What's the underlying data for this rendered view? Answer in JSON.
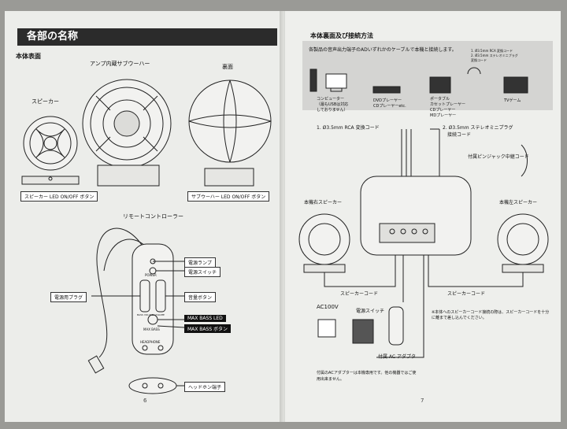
{
  "left_page": {
    "section_title": "各部の名称",
    "front_heading": "本体表面",
    "subwoofer_label": "アンプ内蔵サブウーハー",
    "back_label": "裏面",
    "speaker_label": "スピーカー",
    "speaker_led_button": "スピーカー LED ON/OFF ボタン",
    "subwoofer_led_button": "サブウーハー LED ON/OFF ボタン",
    "remote_heading": "リモートコントローラー",
    "power_lamp": "電源ランプ",
    "power_switch": "電源スイッチ",
    "plug_label": "電源用プラグ",
    "volume_button": "音量ボタン",
    "max_bass_led": "MAX BASS LED",
    "max_bass_button": "MAX BASS ボタン",
    "headphone_jack": "ヘッドホン端子",
    "remote_power_text": "POWER",
    "remote_mid_text": "BASS VOLUME VOLUME",
    "remote_maxbass_text": "MAX BASS",
    "remote_headphone_text": "HEADPHONE",
    "page_number": "6"
  },
  "right_page": {
    "section_title": "本体裏面及び接続方法",
    "note_text": "各製品の音声出力端子のADいずれかのケーブルで本機と接続します。",
    "devices": {
      "computer": "コンピューター\n（最もUSBは対応\nしておりません）",
      "dvd": "DVDプレーヤー\nCDプレーヤーetc.",
      "portable": "ポータブル\nカセットプレーヤー\nCDプレーヤー\nMDプレーヤー",
      "tv": "TVゲーム"
    },
    "cable_notes": [
      "1. Ø3.5mm RCA 変換コード",
      "2. Ø3.5mm ステレオミニプラグ\n変換コード"
    ],
    "cable_1": "1. Ø3.5mm RCA 変換コード",
    "cable_2": "2. Ø3.5mm ステレオミニプラグ",
    "cable_2b": "接続コード",
    "pin_jack": "付属ピンジャック中継コード",
    "right_speaker": "本機右スピーカー",
    "left_speaker": "本機左スピーカー",
    "speaker_cord_left": "スピーカーコード",
    "speaker_cord_right": "スピーカーコード",
    "ac": "AC100V",
    "power_switch": "電源スイッチ",
    "adapter": "付属 AC アダプタ",
    "cord_note": "※本体へのスピーカーコード接続の際は、スピーカーコードを十分に離まで差し込んでください。",
    "adapter_note": "付属のACアダプターは本機専用です。他の機器ではご使用出来ません。",
    "page_number": "7"
  },
  "colors": {
    "page": "#ecedea",
    "background": "#9a9a96",
    "ink": "#222222",
    "title_bar": "#2b2b2b",
    "note_box": "#d4d4d2"
  }
}
